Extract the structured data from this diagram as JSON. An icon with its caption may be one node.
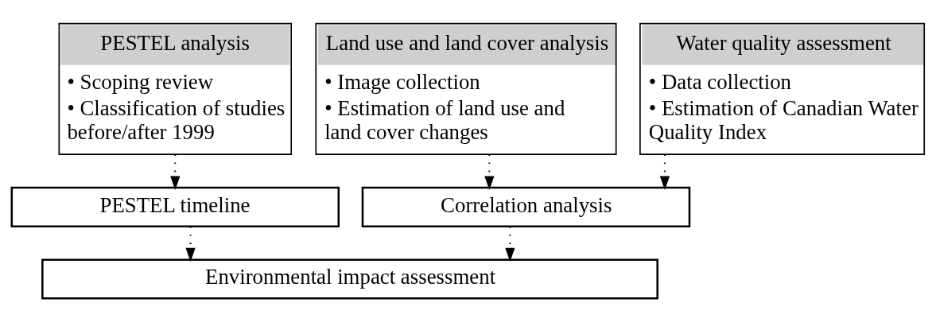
{
  "diagram": {
    "nodes": [
      {
        "text": [
          "PESTEL analysis",
          "• Scoping review",
          "• Classification of studies before/after 1999"
        ]
      },
      {
        "text": [
          "Land use and land cover analysis",
          "• Image collection",
          "• Estimation of land use and land cover changes"
        ]
      },
      {
        "text": [
          "Water quality assessment",
          "• Data collection",
          "• Estimation of Canadian Water Quality Index"
        ]
      },
      {
        "text": [
          "PESTEL timeline"
        ]
      },
      {
        "text": [
          "Correlation analysis"
        ]
      },
      {
        "text": [
          "Environmental impact assessment"
        ]
      }
    ],
    "edges": [
      {
        "from": 0,
        "to": 3,
        "arrow": "to",
        "style": "dashed"
      },
      {
        "from": 1,
        "to": 4,
        "arrow": "to",
        "style": "dashed"
      },
      {
        "from": 2,
        "to": 4,
        "arrow": "to",
        "style": "dashed"
      },
      {
        "from": 3,
        "to": 5,
        "arrow": "to",
        "style": "dashed"
      },
      {
        "from": 4,
        "to": 5,
        "arrow": "to",
        "style": "dashed"
      }
    ]
  }
}
